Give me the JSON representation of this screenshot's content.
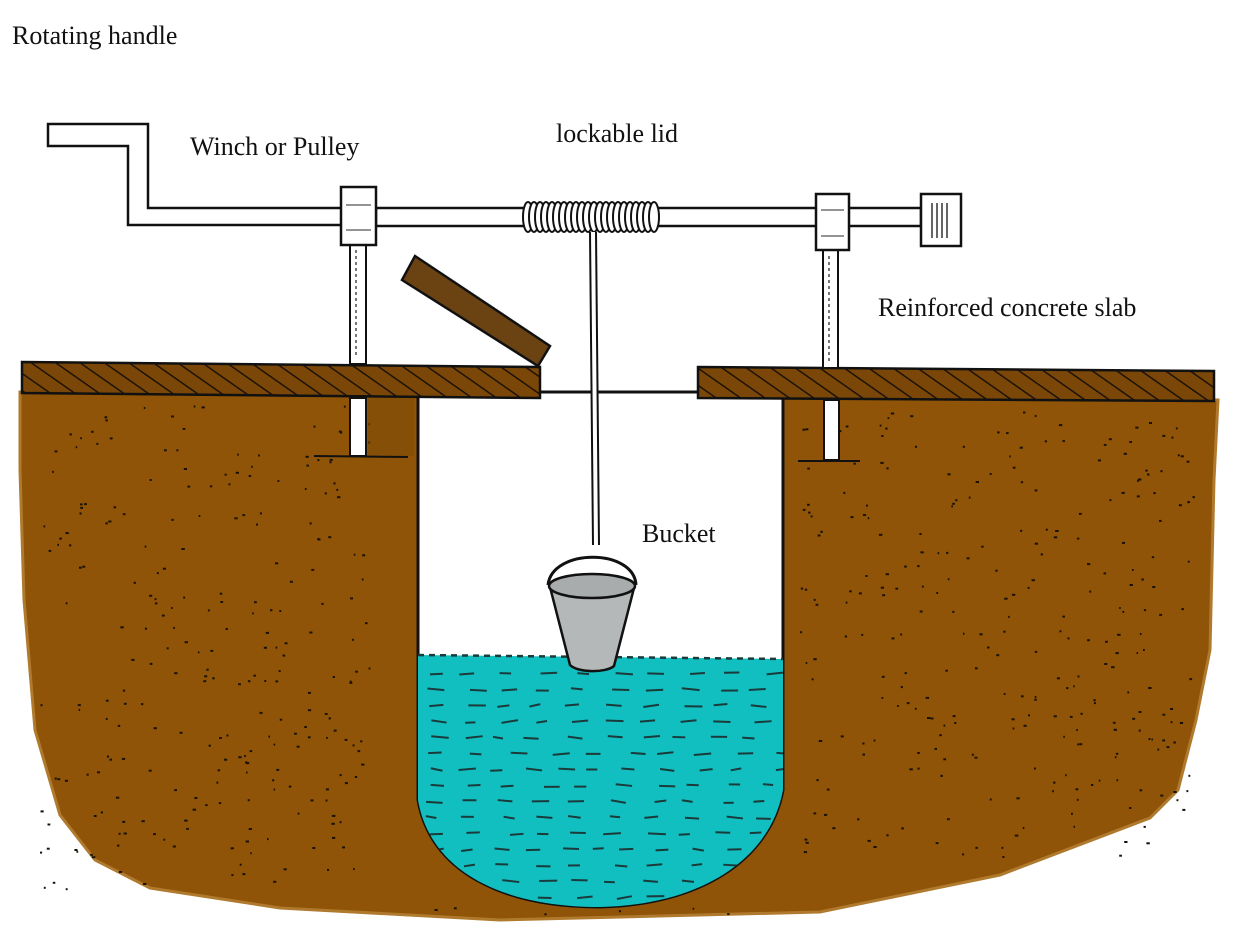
{
  "labels": {
    "rotating_handle": "Rotating handle",
    "winch": "Winch or Pulley",
    "lid": "lockable lid",
    "slab": "Reinforced concrete slab",
    "bucket": "Bucket"
  },
  "colors": {
    "soil": "#8f5407",
    "soil_edge": "#b07a2e",
    "slab": "#7a4708",
    "lid": "#6b4312",
    "water": "#12bfc0",
    "bucket": "#b5b8b9",
    "ink": "#111111"
  }
}
